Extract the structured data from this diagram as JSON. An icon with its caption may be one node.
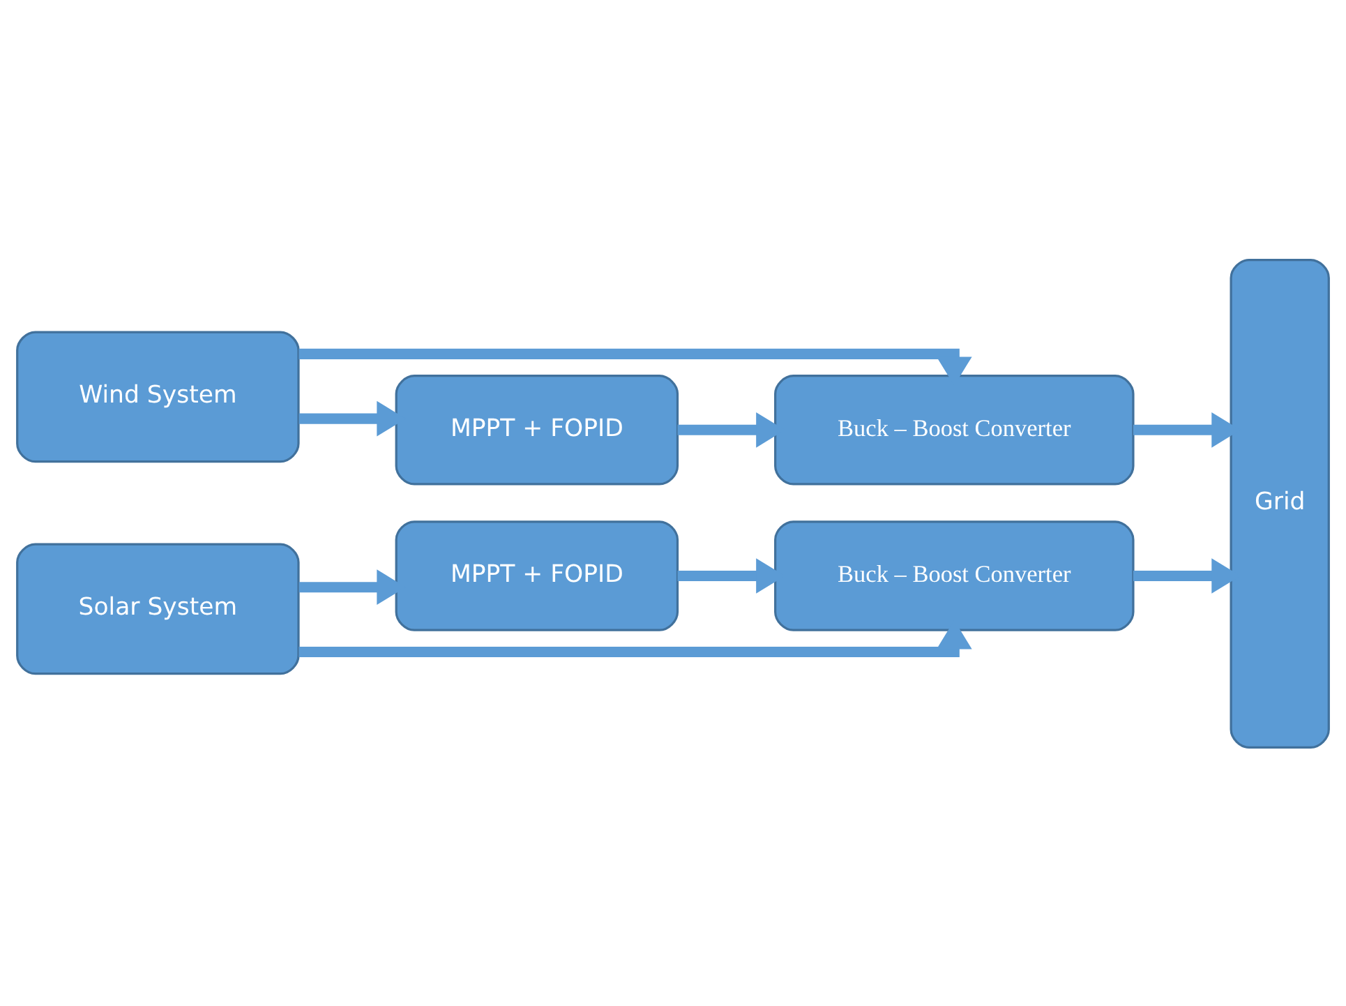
{
  "diagram": {
    "nodes": [
      {
        "text": [
          "MPPT + FOPID"
        ]
      },
      {
        "text": [
          "Solar System"
        ]
      },
      {
        "text": [
          "Buck – Boost Converter"
        ]
      },
      {
        "text": [
          "Grid"
        ]
      },
      {
        "text": [
          "Wind System"
        ]
      },
      {
        "text": [
          "Buck – Boost Converter"
        ]
      },
      {
        "text": [
          "MPPT + FOPID"
        ]
      }
    ],
    "edges": [
      {
        "from": 1,
        "to": 0,
        "arrow": "to"
      },
      {
        "from": 0,
        "to": 2,
        "arrow": "to"
      },
      {
        "from": 1,
        "to": 2,
        "arrow": "to"
      },
      {
        "from": 2,
        "to": 3,
        "arrow": "to"
      },
      {
        "from": 4,
        "to": 5,
        "arrow": "to"
      },
      {
        "from": 4,
        "to": 6,
        "arrow": "to"
      },
      {
        "from": 6,
        "to": 5,
        "arrow": "to"
      },
      {
        "from": 5,
        "to": 3,
        "arrow": "to"
      }
    ]
  }
}
